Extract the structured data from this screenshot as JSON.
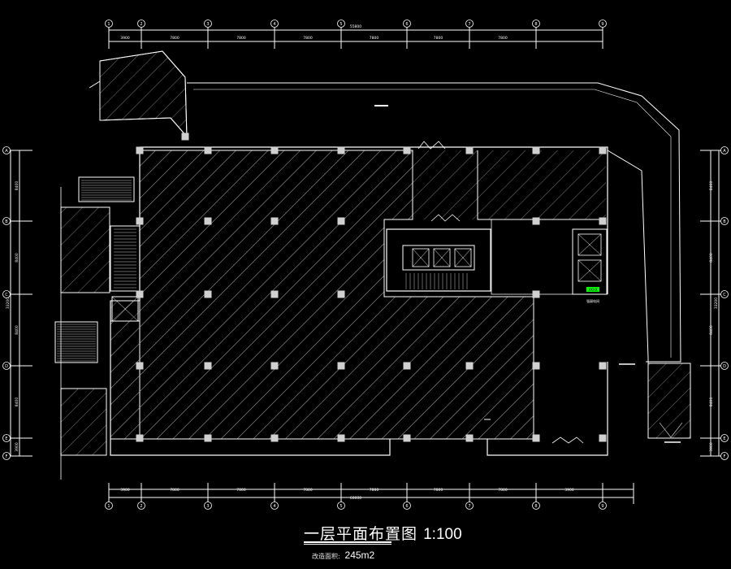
{
  "drawing": {
    "title": "一层平面布置图",
    "scale": "1:100",
    "area_label": "改造面积:",
    "area_value": "245m2",
    "colors": {
      "background": "#000000",
      "lines": "#ffffff",
      "hatch": "#bdbdbd",
      "highlight": "#00ff00"
    }
  },
  "grid": {
    "columns": [
      "1",
      "2",
      "3",
      "4",
      "5",
      "6",
      "7",
      "8",
      "9"
    ],
    "rows": [
      "A",
      "B",
      "C",
      "D",
      "E",
      "F"
    ],
    "top_spacings": [
      "3900",
      "7800",
      "7800",
      "7800",
      "7800",
      "7800",
      "7800"
    ],
    "top_total": "55800",
    "bottom_spacings": [
      "3900",
      "7800",
      "7800",
      "7800",
      "7800",
      "7800",
      "7800",
      "3900"
    ],
    "bottom_total": "60000",
    "left_spacings": [
      "8400",
      "8400",
      "8400",
      "8400",
      "3900"
    ],
    "left_total": "33200",
    "right_spacings": [
      "8400",
      "8400",
      "8400",
      "8400",
      "3900"
    ],
    "right_total": "33200"
  },
  "labels": {
    "elevator_tag": "XXXX",
    "room_tag": "强弱电间"
  }
}
